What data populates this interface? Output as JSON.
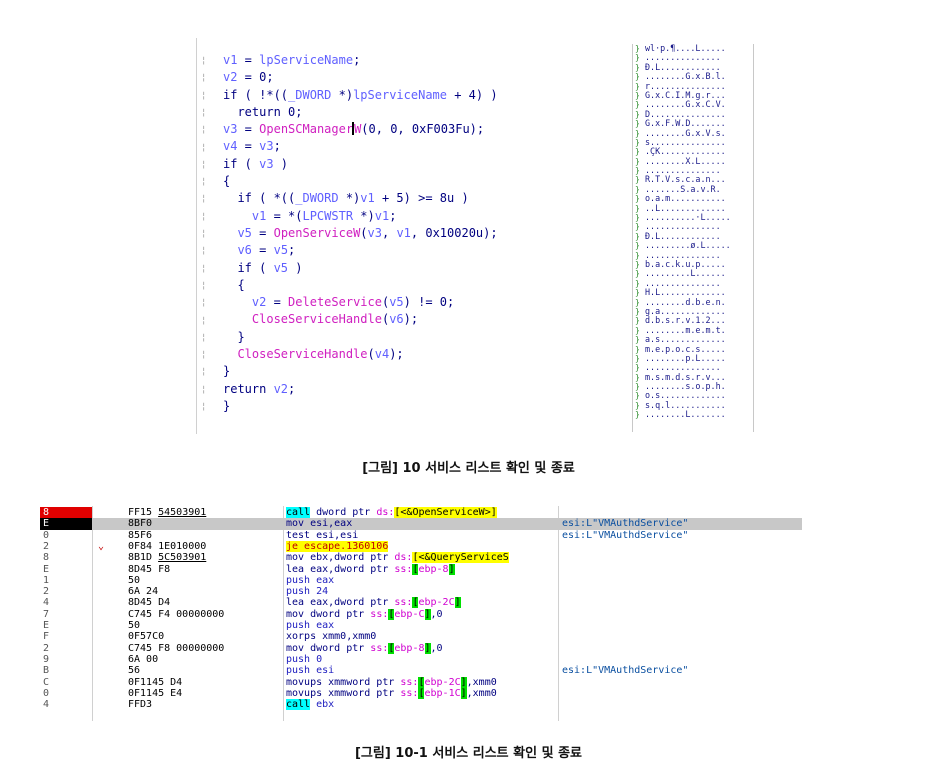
{
  "figure1": {
    "code": [
      [
        {
          "t": "v1",
          "c": "var"
        },
        {
          "t": " = ",
          "c": "op"
        },
        {
          "t": "lpServiceName",
          "c": "var"
        },
        {
          "t": ";",
          "c": "op"
        }
      ],
      [
        {
          "t": "v2",
          "c": "var"
        },
        {
          "t": " = 0;",
          "c": "op"
        }
      ],
      [
        {
          "t": "if ( !*((",
          "c": "kw"
        },
        {
          "t": "_DWORD",
          "c": "type"
        },
        {
          "t": " *)",
          "c": "op"
        },
        {
          "t": "lpServiceName",
          "c": "var"
        },
        {
          "t": " + 4) )",
          "c": "op"
        }
      ],
      [
        {
          "t": "  return 0;",
          "c": "kw"
        }
      ],
      [
        {
          "t": "v3",
          "c": "var"
        },
        {
          "t": " = ",
          "c": "op"
        },
        {
          "t": "OpenSCManagerW",
          "c": "fn",
          "cursor": true
        },
        {
          "t": "(0, 0, 0xF003Fu);",
          "c": "op"
        }
      ],
      [
        {
          "t": "v4",
          "c": "var"
        },
        {
          "t": " = ",
          "c": "op"
        },
        {
          "t": "v3",
          "c": "var"
        },
        {
          "t": ";",
          "c": "op"
        }
      ],
      [
        {
          "t": "if ( ",
          "c": "kw"
        },
        {
          "t": "v3",
          "c": "var"
        },
        {
          "t": " )",
          "c": "op"
        }
      ],
      [
        {
          "t": "{",
          "c": "op"
        }
      ],
      [
        {
          "t": "  if ( *((",
          "c": "kw"
        },
        {
          "t": "_DWORD",
          "c": "type"
        },
        {
          "t": " *)",
          "c": "op"
        },
        {
          "t": "v1",
          "c": "var"
        },
        {
          "t": " + 5) >= 8u )",
          "c": "op"
        }
      ],
      [
        {
          "t": "    ",
          "c": "op"
        },
        {
          "t": "v1",
          "c": "var"
        },
        {
          "t": " = *(",
          "c": "op"
        },
        {
          "t": "LPCWSTR",
          "c": "type"
        },
        {
          "t": " *)",
          "c": "op"
        },
        {
          "t": "v1",
          "c": "var"
        },
        {
          "t": ";",
          "c": "op"
        }
      ],
      [
        {
          "t": "  ",
          "c": "op"
        },
        {
          "t": "v5",
          "c": "var"
        },
        {
          "t": " = ",
          "c": "op"
        },
        {
          "t": "OpenServiceW",
          "c": "fn"
        },
        {
          "t": "(",
          "c": "op"
        },
        {
          "t": "v3",
          "c": "var"
        },
        {
          "t": ", ",
          "c": "op"
        },
        {
          "t": "v1",
          "c": "var"
        },
        {
          "t": ", 0x10020u);",
          "c": "op"
        }
      ],
      [
        {
          "t": "  ",
          "c": "op"
        },
        {
          "t": "v6",
          "c": "var"
        },
        {
          "t": " = ",
          "c": "op"
        },
        {
          "t": "v5",
          "c": "var"
        },
        {
          "t": ";",
          "c": "op"
        }
      ],
      [
        {
          "t": "  if ( ",
          "c": "kw"
        },
        {
          "t": "v5",
          "c": "var"
        },
        {
          "t": " )",
          "c": "op"
        }
      ],
      [
        {
          "t": "  {",
          "c": "op"
        }
      ],
      [
        {
          "t": "    ",
          "c": "op"
        },
        {
          "t": "v2",
          "c": "var"
        },
        {
          "t": " = ",
          "c": "op"
        },
        {
          "t": "DeleteService",
          "c": "fn"
        },
        {
          "t": "(",
          "c": "op"
        },
        {
          "t": "v5",
          "c": "var"
        },
        {
          "t": ") != 0;",
          "c": "op"
        }
      ],
      [
        {
          "t": "    ",
          "c": "op"
        },
        {
          "t": "CloseServiceHandle",
          "c": "fn"
        },
        {
          "t": "(",
          "c": "op"
        },
        {
          "t": "v6",
          "c": "var"
        },
        {
          "t": ");",
          "c": "op"
        }
      ],
      [
        {
          "t": "  }",
          "c": "op"
        }
      ],
      [
        {
          "t": "  ",
          "c": "op"
        },
        {
          "t": "CloseServiceHandle",
          "c": "fn"
        },
        {
          "t": "(",
          "c": "op"
        },
        {
          "t": "v4",
          "c": "var"
        },
        {
          "t": ");",
          "c": "op"
        }
      ],
      [
        {
          "t": "}",
          "c": "op"
        }
      ],
      [
        {
          "t": "return ",
          "c": "kw"
        },
        {
          "t": "v2",
          "c": "var"
        },
        {
          "t": ";",
          "c": "op"
        }
      ],
      [
        {
          "t": "}",
          "c": "op"
        }
      ]
    ],
    "hex": [
      "wl·p.¶....L.....",
      "...............",
      "Ð.L............",
      "........G.x.B.l.",
      "r...............",
      "G.x.C.I.M.g.r...",
      "........G.x.C.V.",
      "D...............",
      "G.x.F.W.D.......",
      "........G.x.V.s.",
      "s...............",
      ".ÇK.............",
      "........X.L.....",
      "...............",
      "R.T.V.s.c.a.n...",
      ".......S.a.v.R.",
      "o.a.m...........",
      "..L.............",
      "..........·L.....",
      "...............",
      "Ð.L............",
      ".........ø.L.....",
      "...............",
      "b.a.c.k.u.p.....",
      ".........L......",
      "...............",
      "H.L.............",
      "........d.b.e.n.",
      "g.a.............",
      "d.b.s.r.v.1.2...",
      "........m.e.m.t.",
      "a.s.............",
      "m.e.p.o.c.s.....",
      "........p.L.....",
      "...............",
      "m.s.m.d.s.r.v...",
      "........s.o.p.h.",
      "o.s.............",
      "s.q.l...........",
      "........L......."
    ],
    "caption": "[그림] 10 서비스 리스트 확인 및 종료"
  },
  "figure2": {
    "rows": [
      {
        "idx": "8",
        "idxStyle": "red",
        "arrow": "",
        "bytes": "FF15 54503901",
        "bytesUnderline": true,
        "asm": [
          {
            "t": "call",
            "s": "call"
          },
          {
            "t": " dword ptr ",
            "s": "plain"
          },
          {
            "t": "ds:",
            "s": "kw"
          },
          {
            "t": "[<&OpenServiceW>]",
            "s": "ptr"
          }
        ],
        "comment": ""
      },
      {
        "idx": "E",
        "idxStyle": "black",
        "arrow": "",
        "bytes": "8BF0",
        "bytesUnderline": false,
        "asm": [
          {
            "t": "mov esi,eax",
            "s": "plain"
          }
        ],
        "comment": "esi:L\"VMAuthdService\"",
        "sel": true
      },
      {
        "idx": "0",
        "idxStyle": "",
        "arrow": "",
        "bytes": "85F6",
        "bytesUnderline": false,
        "asm": [
          {
            "t": "test esi,esi",
            "s": "plain"
          }
        ],
        "comment": "esi:L\"VMAuthdService\""
      },
      {
        "idx": "2",
        "idxStyle": "",
        "arrow": "⌄",
        "bytes": "0F84 1E010000",
        "bytesUnderline": false,
        "asm": [
          {
            "t": "je escape.1360106",
            "s": "jcc"
          }
        ],
        "comment": ""
      },
      {
        "idx": "8",
        "idxStyle": "",
        "arrow": "",
        "bytes": "8B1D 5C503901",
        "bytesUnderline": true,
        "asm": [
          {
            "t": "mov ebx,dword ptr ",
            "s": "plain"
          },
          {
            "t": "ds:",
            "s": "kw"
          },
          {
            "t": "[<&QueryServiceS",
            "s": "ptr"
          }
        ],
        "comment": ""
      },
      {
        "idx": "E",
        "idxStyle": "",
        "arrow": "",
        "bytes": "8D45 F8",
        "bytesUnderline": false,
        "asm": [
          {
            "t": "lea eax,dword ptr ",
            "s": "plain"
          },
          {
            "t": "ss:",
            "s": "kw"
          },
          {
            "t": "[",
            "s": "br"
          },
          {
            "t": "ebp-8",
            "s": "kw"
          },
          {
            "t": "]",
            "s": "br"
          }
        ],
        "comment": ""
      },
      {
        "idx": "1",
        "idxStyle": "",
        "arrow": "",
        "bytes": "50",
        "bytesUnderline": false,
        "asm": [
          {
            "t": "push eax",
            "s": "reg"
          }
        ],
        "comment": ""
      },
      {
        "idx": "2",
        "idxStyle": "",
        "arrow": "",
        "bytes": "6A 24",
        "bytesUnderline": false,
        "asm": [
          {
            "t": "push 24",
            "s": "reg"
          }
        ],
        "comment": ""
      },
      {
        "idx": "4",
        "idxStyle": "",
        "arrow": "",
        "bytes": "8D45 D4",
        "bytesUnderline": false,
        "asm": [
          {
            "t": "lea eax,dword ptr ",
            "s": "plain"
          },
          {
            "t": "ss:",
            "s": "kw"
          },
          {
            "t": "[",
            "s": "br"
          },
          {
            "t": "ebp-2C",
            "s": "kw"
          },
          {
            "t": "]",
            "s": "br"
          }
        ],
        "comment": ""
      },
      {
        "idx": "7",
        "idxStyle": "",
        "arrow": "",
        "bytes": "C745 F4 00000000",
        "bytesUnderline": false,
        "asm": [
          {
            "t": "mov dword ptr ",
            "s": "plain"
          },
          {
            "t": "ss:",
            "s": "kw"
          },
          {
            "t": "[",
            "s": "br"
          },
          {
            "t": "ebp-C",
            "s": "kw"
          },
          {
            "t": "]",
            "s": "br"
          },
          {
            "t": ",0",
            "s": "plain"
          }
        ],
        "comment": ""
      },
      {
        "idx": "E",
        "idxStyle": "",
        "arrow": "",
        "bytes": "50",
        "bytesUnderline": false,
        "asm": [
          {
            "t": "push eax",
            "s": "reg"
          }
        ],
        "comment": ""
      },
      {
        "idx": "F",
        "idxStyle": "",
        "arrow": "",
        "bytes": "0F57C0",
        "bytesUnderline": false,
        "asm": [
          {
            "t": "xorps xmm0,xmm0",
            "s": "plain"
          }
        ],
        "comment": ""
      },
      {
        "idx": "2",
        "idxStyle": "",
        "arrow": "",
        "bytes": "C745 F8 00000000",
        "bytesUnderline": false,
        "asm": [
          {
            "t": "mov dword ptr ",
            "s": "plain"
          },
          {
            "t": "ss:",
            "s": "kw"
          },
          {
            "t": "[",
            "s": "br"
          },
          {
            "t": "ebp-8",
            "s": "kw"
          },
          {
            "t": "]",
            "s": "br"
          },
          {
            "t": ",0",
            "s": "plain"
          }
        ],
        "comment": ""
      },
      {
        "idx": "9",
        "idxStyle": "",
        "arrow": "",
        "bytes": "6A 00",
        "bytesUnderline": false,
        "asm": [
          {
            "t": "push 0",
            "s": "reg"
          }
        ],
        "comment": ""
      },
      {
        "idx": "B",
        "idxStyle": "",
        "arrow": "",
        "bytes": "56",
        "bytesUnderline": false,
        "asm": [
          {
            "t": "push esi",
            "s": "reg"
          }
        ],
        "comment": "esi:L\"VMAuthdService\""
      },
      {
        "idx": "C",
        "idxStyle": "",
        "arrow": "",
        "bytes": "0F1145 D4",
        "bytesUnderline": false,
        "asm": [
          {
            "t": "movups xmmword ptr ",
            "s": "plain"
          },
          {
            "t": "ss:",
            "s": "kw"
          },
          {
            "t": "[",
            "s": "br"
          },
          {
            "t": "ebp-2C",
            "s": "kw"
          },
          {
            "t": "]",
            "s": "br"
          },
          {
            "t": ",xmm0",
            "s": "plain"
          }
        ],
        "comment": ""
      },
      {
        "idx": "0",
        "idxStyle": "",
        "arrow": "",
        "bytes": "0F1145 E4",
        "bytesUnderline": false,
        "asm": [
          {
            "t": "movups xmmword ptr ",
            "s": "plain"
          },
          {
            "t": "ss:",
            "s": "kw"
          },
          {
            "t": "[",
            "s": "br"
          },
          {
            "t": "ebp-1C",
            "s": "kw"
          },
          {
            "t": "]",
            "s": "br"
          },
          {
            "t": ",xmm0",
            "s": "plain"
          }
        ],
        "comment": ""
      },
      {
        "idx": "4",
        "idxStyle": "",
        "arrow": "",
        "bytes": "FFD3",
        "bytesUnderline": false,
        "asm": [
          {
            "t": "call",
            "s": "call"
          },
          {
            "t": " ebx",
            "s": "reg"
          }
        ],
        "comment": ""
      }
    ],
    "caption": "[그림] 10-1 서비스 리스트 확인 및 종료"
  }
}
